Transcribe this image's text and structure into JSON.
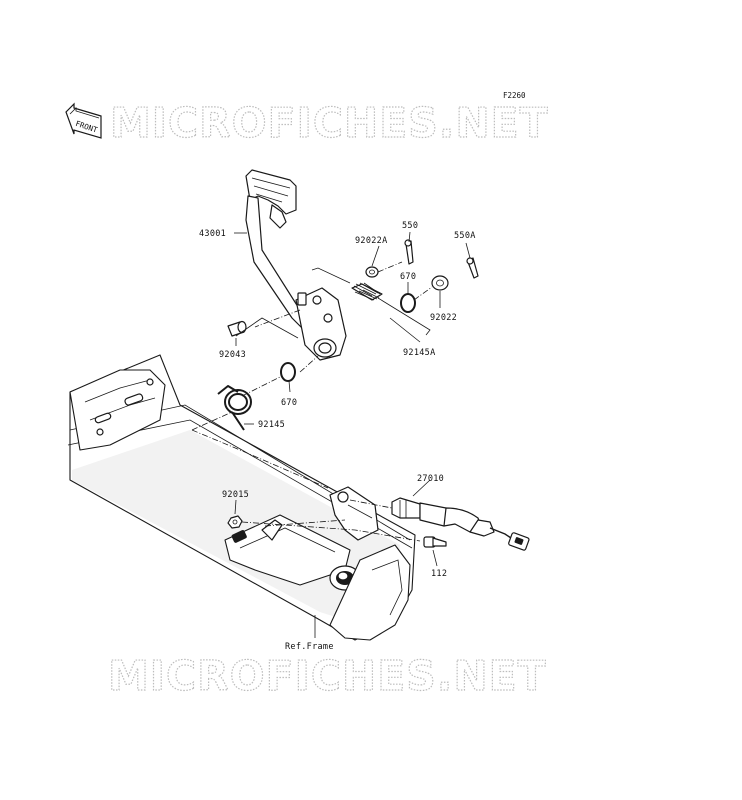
{
  "diagram_code": "F2260",
  "direction_badge": "FRONT",
  "watermark_top": "MICROFICHES.NET",
  "watermark_bottom": "MICROFICHES.NET",
  "part_labels": {
    "p43001": "43001",
    "p92022A": "92022A",
    "p550": "550",
    "p550A": "550A",
    "p670_top": "670",
    "p92022": "92022",
    "p92043": "92043",
    "p92145A": "92145A",
    "p670_mid": "670",
    "p92145": "92145",
    "p27010": "27010",
    "p92015": "92015",
    "p112": "112",
    "ref_frame": "Ref.Frame"
  },
  "icons": [
    "front-arrow-icon"
  ]
}
